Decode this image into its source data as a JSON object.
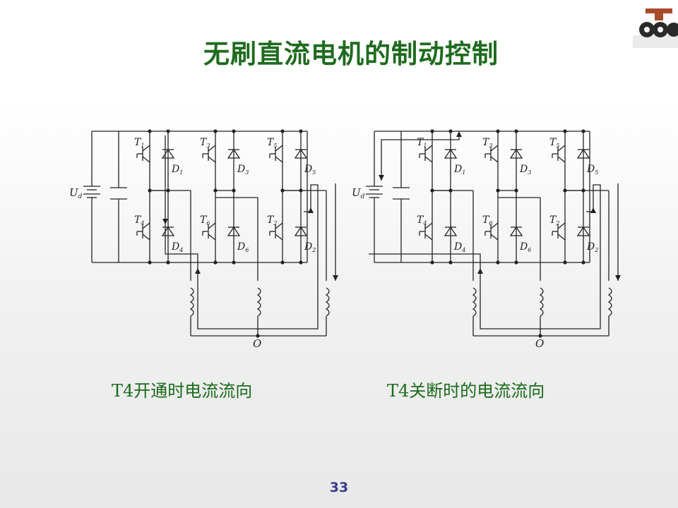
{
  "slide": {
    "title": "无刷直流电机的制动控制",
    "page_number": "33"
  },
  "logo": {
    "icon": "logo-icon"
  },
  "circuits": [
    {
      "caption": "T4开通时电流流向"
    },
    {
      "caption": "T4关断时的电流流向"
    }
  ],
  "labels": {
    "supply": "U",
    "supply_sub": "d",
    "neutral": "O",
    "transistors": [
      {
        "name": "T",
        "sub": "1"
      },
      {
        "name": "T",
        "sub": "3"
      },
      {
        "name": "T",
        "sub": "5"
      },
      {
        "name": "T",
        "sub": "4"
      },
      {
        "name": "T",
        "sub": "6"
      },
      {
        "name": "T",
        "sub": "2"
      }
    ],
    "diodes": [
      {
        "name": "D",
        "sub": "1"
      },
      {
        "name": "D",
        "sub": "3"
      },
      {
        "name": "D",
        "sub": "5"
      },
      {
        "name": "D",
        "sub": "4"
      },
      {
        "name": "D",
        "sub": "6"
      },
      {
        "name": "D",
        "sub": "2"
      }
    ]
  }
}
